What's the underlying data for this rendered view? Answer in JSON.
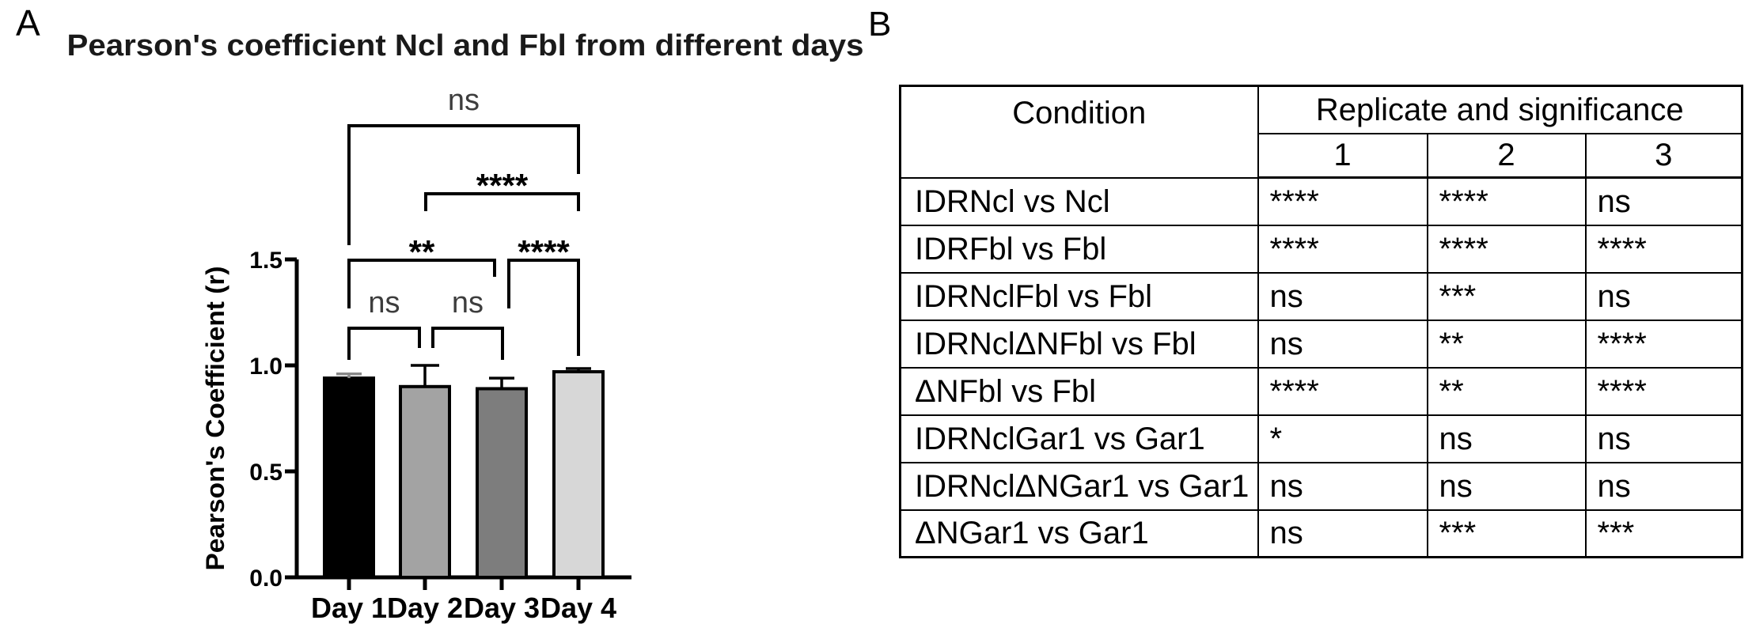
{
  "panel_a": {
    "label": "A"
  },
  "panel_b": {
    "label": "B"
  },
  "chart_data": {
    "type": "bar",
    "title": "Pearson's coefficient Ncl and Fbl from different days",
    "ylabel": "Pearson's Coefficient (r)",
    "xlabel": "",
    "categories": [
      "Day 1",
      "Day 2",
      "Day 3",
      "Day 4"
    ],
    "values": [
      0.94,
      0.9,
      0.89,
      0.97
    ],
    "error_tops": [
      0.96,
      1.0,
      0.94,
      0.985
    ],
    "bar_colors": [
      "#000000",
      "#a3a3a3",
      "#7d7d7d",
      "#d7d7d7"
    ],
    "ylim": [
      0,
      1.5
    ],
    "yticks": [
      0,
      0.5,
      1,
      1.5
    ],
    "ytick_labels": [
      "0.0",
      "0.5",
      "1.0",
      "1.5"
    ],
    "grid": false,
    "legend": false,
    "significance_brackets": [
      {
        "group1": "Day 1",
        "group2": "Day 4",
        "label": "ns"
      },
      {
        "group1": "Day 2",
        "group2": "Day 4",
        "label": "****"
      },
      {
        "group1": "Day 1",
        "group2": "Day 3",
        "label": "**"
      },
      {
        "group1": "Day 3",
        "group2": "Day 4",
        "label": "****"
      },
      {
        "group1": "Day 1",
        "group2": "Day 2",
        "label": "ns"
      },
      {
        "group1": "Day 2",
        "group2": "Day 3",
        "label": "ns"
      }
    ]
  },
  "table": {
    "header": {
      "condition": "Condition",
      "group": "Replicate and significance",
      "replicates": [
        "1",
        "2",
        "3"
      ]
    },
    "rows": [
      {
        "condition": "IDRNcl vs Ncl",
        "replicates": [
          "****",
          "****",
          "ns"
        ]
      },
      {
        "condition": "IDRFbl vs Fbl",
        "replicates": [
          "****",
          "****",
          "****"
        ]
      },
      {
        "condition": "IDRNclFbl vs Fbl",
        "replicates": [
          "ns",
          "***",
          "ns"
        ]
      },
      {
        "condition": "IDRNclΔNFbl vs Fbl",
        "replicates": [
          "ns",
          "**",
          "****"
        ]
      },
      {
        "condition": "ΔNFbl vs Fbl",
        "replicates": [
          "****",
          "**",
          "****"
        ]
      },
      {
        "condition": "IDRNclGar1 vs Gar1",
        "replicates": [
          "*",
          "ns",
          "ns"
        ]
      },
      {
        "condition": "IDRNclΔNGar1 vs Gar1",
        "replicates": [
          "ns",
          "ns",
          "ns"
        ]
      },
      {
        "condition": "ΔNGar1 vs Gar1",
        "replicates": [
          "ns",
          "***",
          "***"
        ]
      }
    ]
  }
}
